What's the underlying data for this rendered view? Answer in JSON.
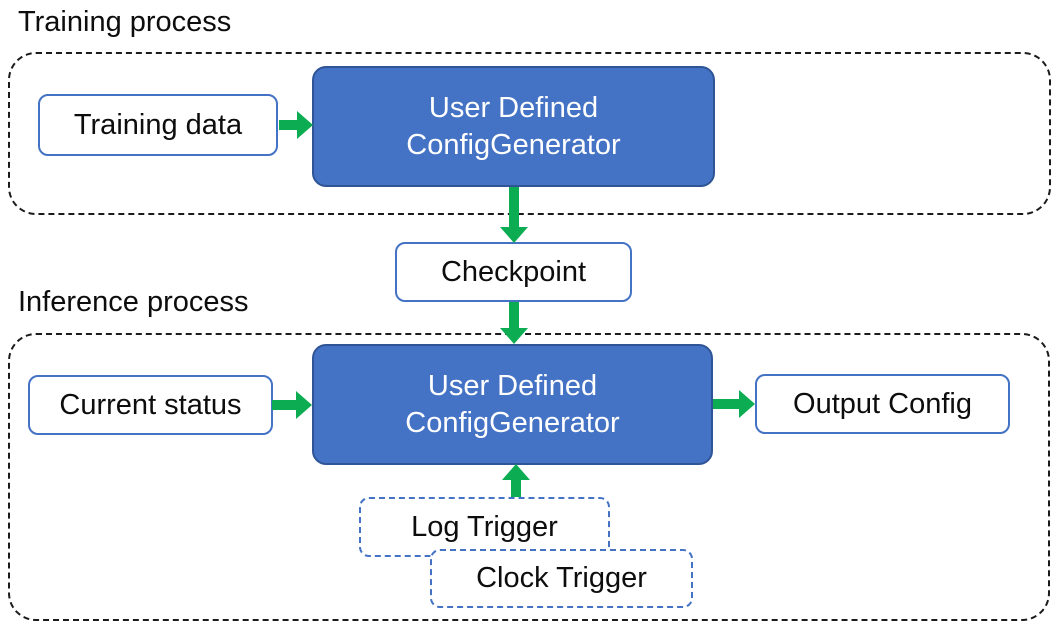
{
  "colors": {
    "node_fill": "#4472C4",
    "node_border": "#2F5597",
    "box_border": "#4472C4",
    "arrow_green": "#0CAC52",
    "dash_border": "#1b1b1b",
    "text_dark": "#0d0d0d",
    "text_light": "#ffffff",
    "background": "#ffffff"
  },
  "training": {
    "label": "Training process",
    "training_data": "Training data",
    "generator_line1": "User Defined",
    "generator_line2": "ConfigGenerator"
  },
  "checkpoint": {
    "label": "Checkpoint"
  },
  "inference": {
    "label": "Inference process",
    "current_status": "Current status",
    "generator_line1": "User Defined",
    "generator_line2": "ConfigGenerator",
    "output_config": "Output Config",
    "log_trigger": "Log Trigger",
    "clock_trigger": "Clock Trigger"
  }
}
